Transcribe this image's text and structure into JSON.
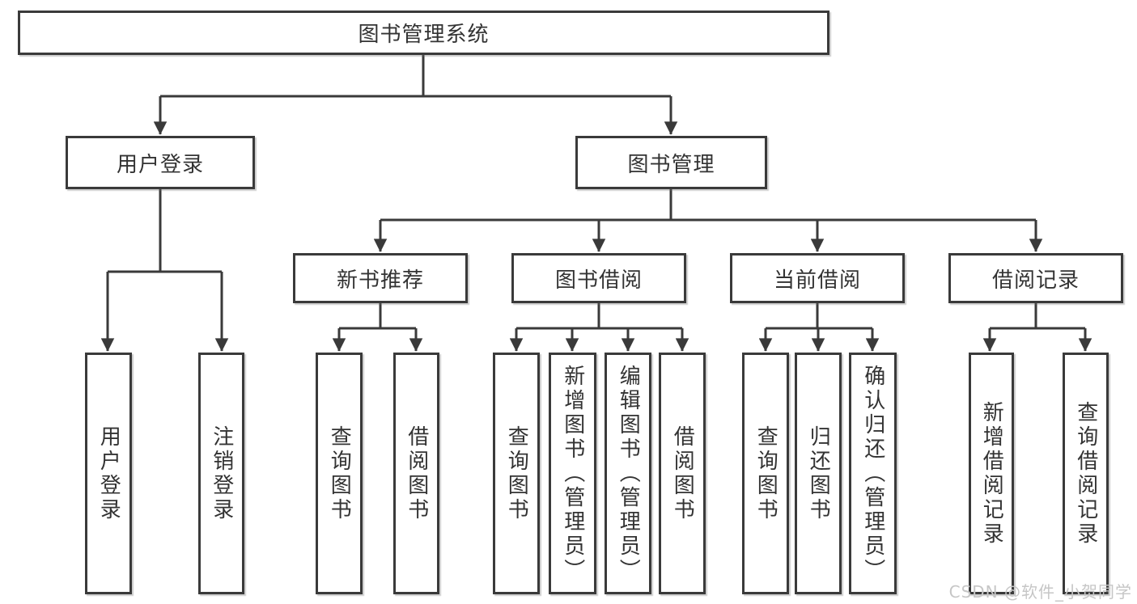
{
  "colors": {
    "line": "#3a3a3a",
    "box_border": "#3a3a3a",
    "text": "#333333",
    "watermark": "#c6c6c6",
    "background": "#ffffff"
  },
  "tree": {
    "root": {
      "label": "图书管理系统"
    },
    "branches": [
      {
        "label": "用户登录",
        "children": [
          {
            "label": "用户登录"
          },
          {
            "label": "注销登录"
          }
        ]
      },
      {
        "label": "图书管理",
        "children": [
          {
            "label": "新书推荐",
            "children": [
              {
                "label": "查询图书"
              },
              {
                "label": "借阅图书"
              }
            ]
          },
          {
            "label": "图书借阅",
            "children": [
              {
                "label": "查询图书"
              },
              {
                "label": "新增图书（管理员）"
              },
              {
                "label": "编辑图书（管理员）"
              },
              {
                "label": "借阅图书"
              }
            ]
          },
          {
            "label": "当前借阅",
            "children": [
              {
                "label": "查询图书"
              },
              {
                "label": "归还图书"
              },
              {
                "label": "确认归还（管理员）"
              }
            ]
          },
          {
            "label": "借阅记录",
            "children": [
              {
                "label": "新增借阅记录"
              },
              {
                "label": "查询借阅记录"
              }
            ]
          }
        ]
      }
    ]
  },
  "watermark": {
    "text": "CSDN @软件_小贺同学"
  }
}
